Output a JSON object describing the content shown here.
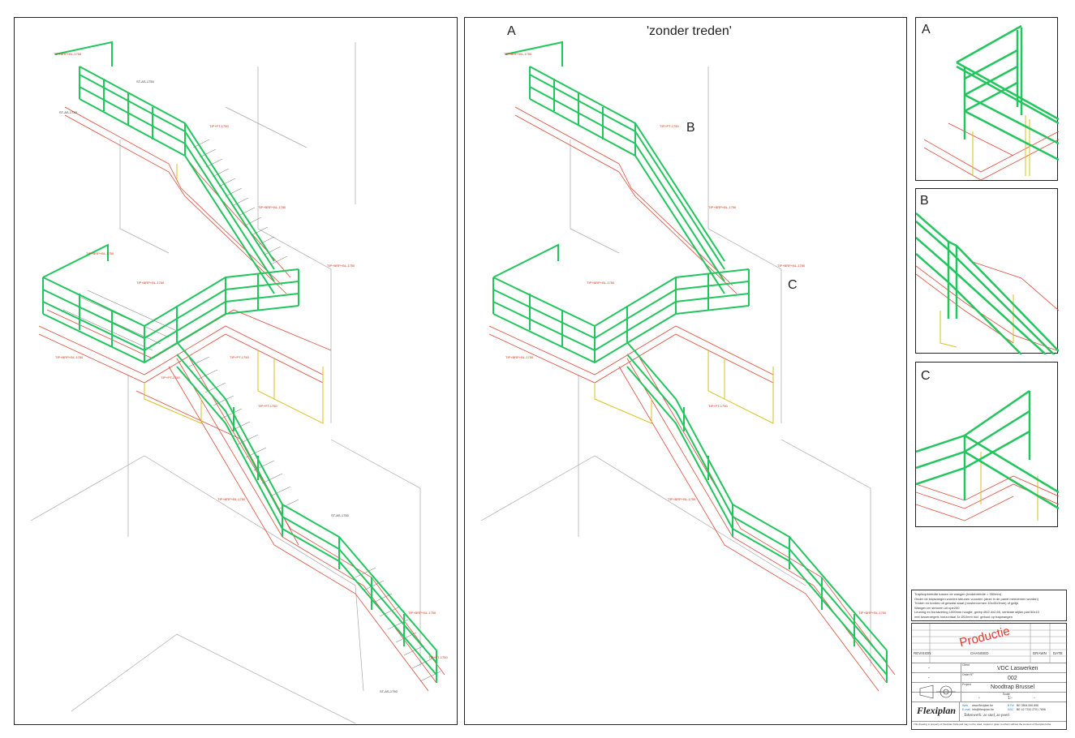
{
  "views": {
    "main_left": {
      "name": "main-view-with-treads"
    },
    "main_right": {
      "title": "'zonder treden'",
      "markers": [
        "A",
        "B",
        "C"
      ]
    },
    "details": [
      {
        "label": "A"
      },
      {
        "label": "B"
      },
      {
        "label": "C"
      }
    ]
  },
  "notes": {
    "lines": [
      "Traploopbreedte tussen de wangen (tredebreedte = 950mm)",
      "Onder de trapwangen worden steunen voorzien (deze in de panel meenemen worden)",
      "Treden en bordes uit gewalst staal (roostervormen 40x40x3mm) of gelijk",
      "Wangen en steunen uit upe200",
      "Leuning en borstwering 1000mm hoogte, greep Ø42.4x2.65, verticale stijlen plat 50x10",
      "met tussenregels horizontaal 3x Ø10mm incl. gebout op trapwangen"
    ]
  },
  "stamp": {
    "text": "Productie"
  },
  "titleblock": {
    "revision_headers": [
      "REVISION",
      "CHANGED",
      "DRAWN",
      "DATE"
    ],
    "client_label": "Client",
    "client": "VDC Laswerken",
    "order_label": "Order N°",
    "order": "002",
    "project_label": "Project",
    "project": "Noodtrap Brussel",
    "dash": "-",
    "scale_label": "Scale",
    "scale": "1:-",
    "company": "Flexiplan",
    "tagline": "Tekenwerk: zo snel, zo poeti",
    "web_label": "Web",
    "web": "www.flexiplan.be",
    "email_label": "E-mail",
    "email": "info@flexiplan.be",
    "btw_label": "BTW",
    "btw": "BE 0894.550.896",
    "kbc_label": "KBC",
    "kbc": "BE 42 7310 2701 7696",
    "disclaimer": "This drawing is property of Flexiplan bvba and may not be used, copied or given to others without the consent of Flexiplan bvba."
  },
  "colors": {
    "rail": "#22c55e",
    "steel": "#e04a3a",
    "support": "#d6c21c",
    "building": "#9a9a9a",
    "callout": "#d92d0c",
    "stamp": "#e53935"
  }
}
